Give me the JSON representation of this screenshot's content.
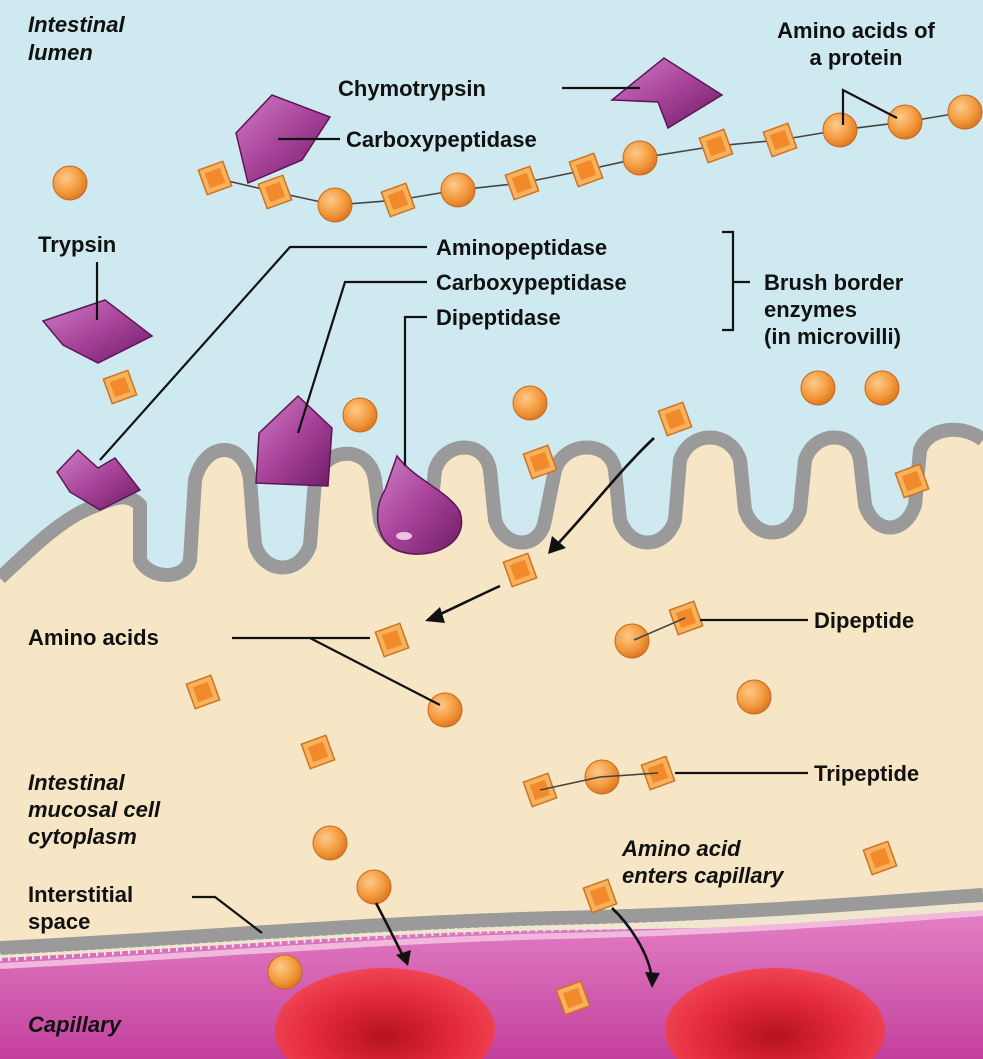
{
  "colors": {
    "lumen": "#cfe9f1",
    "cytoplasm": "#f6e6c6",
    "membrane": "#9a9a9a",
    "enzyme": "#a8439a",
    "amino_acid": "#f49a3c",
    "capillary": "#c7399a",
    "red_blood_cell": "#e4283c"
  },
  "regions": {
    "lumen_line1": "Intestinal",
    "lumen_line2": "lumen",
    "cytoplasm_line1": "Intestinal",
    "cytoplasm_line2": "mucosal cell",
    "cytoplasm_line3": "cytoplasm",
    "interstitial_line1": "Interstitial",
    "interstitial_line2": "space",
    "capillary": "Capillary"
  },
  "labels": {
    "chymotrypsin": "Chymotrypsin",
    "carboxypeptidase_lumen": "Carboxypeptidase",
    "protein_line1": "Amino acids of",
    "protein_line2": "a protein",
    "trypsin": "Trypsin",
    "aminopeptidase": "Aminopeptidase",
    "carboxypeptidase_brush": "Carboxypeptidase",
    "dipeptidase": "Dipeptidase",
    "brush_line1": "Brush border",
    "brush_line2": "enzymes",
    "brush_line3": "(in microvilli)",
    "amino_acids": "Amino acids",
    "dipeptide": "Dipeptide",
    "tripeptide": "Tripeptide",
    "enters_line1": "Amino acid",
    "enters_line2": "enters capillary"
  },
  "icons": [
    "enzyme-chymotrypsin-icon",
    "enzyme-carboxypeptidase-icon",
    "enzyme-trypsin-icon",
    "enzyme-aminopeptidase-icon",
    "enzyme-dipeptidase-icon",
    "amino-acid-sphere-icon",
    "amino-acid-cube-icon",
    "red-blood-cell-icon"
  ]
}
